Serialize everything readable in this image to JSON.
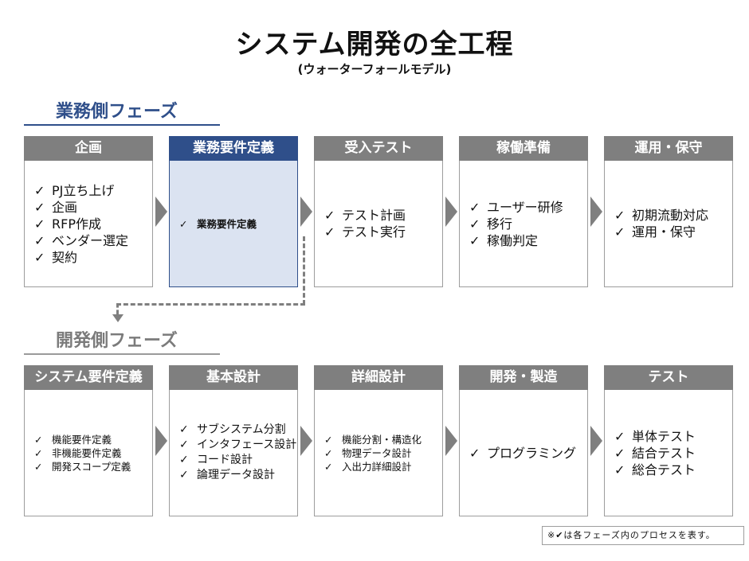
{
  "title": "システム開発の全工程",
  "subtitle": "(ウォーターフォールモデル)",
  "business": {
    "label": "業務側フェーズ",
    "phases": [
      {
        "name": "企画",
        "items": [
          "PJ立ち上げ",
          "企画",
          "RFP作成",
          "ベンダー選定",
          "契約"
        ]
      },
      {
        "name": "業務要件定義",
        "items": [
          "業務要件定義"
        ]
      },
      {
        "name": "受入テスト",
        "items": [
          "テスト計画",
          "テスト実行"
        ]
      },
      {
        "name": "稼働準備",
        "items": [
          "ユーザー研修",
          "移行",
          "稼働判定"
        ]
      },
      {
        "name": "運用・保守",
        "items": [
          "初期流動対応",
          "運用・保守"
        ]
      }
    ]
  },
  "development": {
    "label": "開発側フェーズ",
    "phases": [
      {
        "name": "システム要件定義",
        "items": [
          "機能要件定義",
          "非機能要件定義",
          "開発スコープ定義"
        ]
      },
      {
        "name": "基本設計",
        "items": [
          "サブシステム分割",
          "インタフェース設計",
          "コード設計",
          "論理データ設計"
        ]
      },
      {
        "name": "詳細設計",
        "items": [
          "機能分割・構造化",
          "物理データ設計",
          "入出力詳細設計"
        ]
      },
      {
        "name": "開発・製造",
        "items": [
          "プログラミング"
        ]
      },
      {
        "name": "テスト",
        "items": [
          "単体テスト",
          "結合テスト",
          "総合テスト"
        ]
      }
    ]
  },
  "check_mark": "✓",
  "note": "※✔は各フェーズ内のプロセスを表す。"
}
